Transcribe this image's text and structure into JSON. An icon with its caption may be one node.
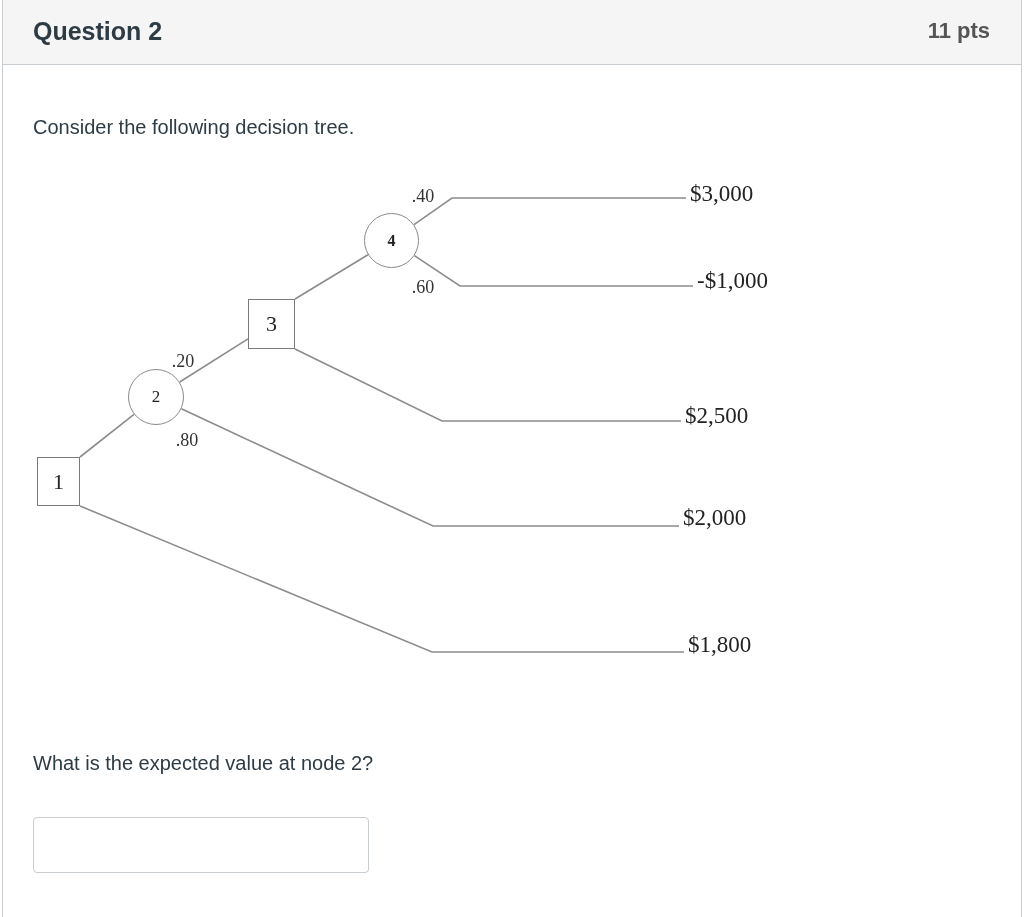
{
  "diagram": {
    "title": "Question 2",
    "nodes": [
      {
        "text": [
          "1"
        ]
      },
      {
        "text": [
          "2"
        ]
      },
      {
        "text": [
          "3"
        ]
      },
      {
        "text": [
          "4"
        ]
      },
      {
        "text": [
          "$3,000"
        ]
      },
      {
        "text": [
          "-$1,000"
        ]
      },
      {
        "text": [
          "$2,500"
        ]
      },
      {
        "text": [
          "$2,000"
        ]
      },
      {
        "text": [
          "$1,800"
        ]
      }
    ],
    "edges": [
      {
        "from": 0,
        "to": 1,
        "arrow": "none"
      },
      {
        "from": 0,
        "to": 8,
        "arrow": "none"
      },
      {
        "from": 1,
        "to": 2,
        "arrow": "none",
        "label": ".20"
      },
      {
        "from": 1,
        "to": 7,
        "arrow": "none",
        "label": ".80"
      },
      {
        "from": 2,
        "to": 3,
        "arrow": "none"
      },
      {
        "from": 2,
        "to": 6,
        "arrow": "none"
      },
      {
        "from": 3,
        "to": 4,
        "arrow": "none",
        "label": ".40"
      },
      {
        "from": 3,
        "to": 5,
        "arrow": "none",
        "label": ".60"
      }
    ],
    "labels": [
      "11 pts",
      "Consider the following decision tree.",
      "What is the expected value at node 2?"
    ]
  }
}
